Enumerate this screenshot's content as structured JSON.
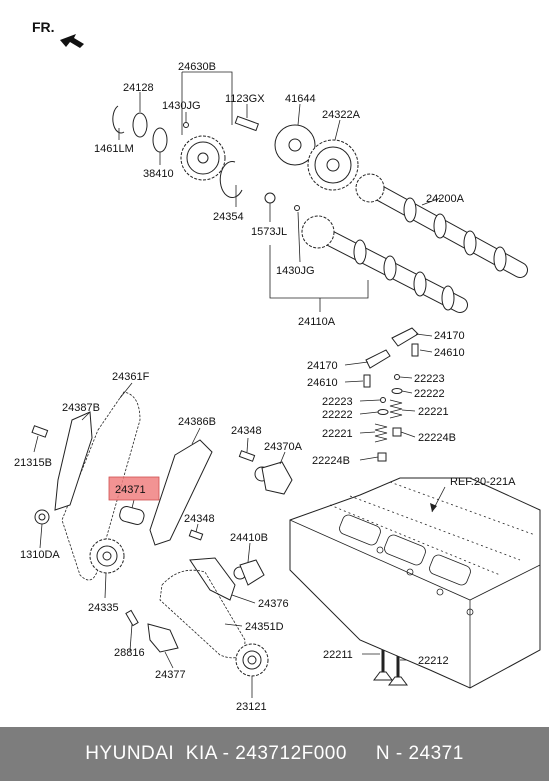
{
  "diagram": {
    "direction_label": "FR.",
    "reference_label": "REF.20-221A",
    "highlighted_part": "24371",
    "parts": {
      "p24630B": "24630B",
      "p24128": "24128",
      "p1430JG_top": "1430JG",
      "p1461LM": "1461LM",
      "p38410": "38410",
      "p1123GX": "1123GX",
      "p41644": "41644",
      "p24322A": "24322A",
      "p24354": "24354",
      "p1573JL": "1573JL",
      "p24200A": "24200A",
      "p1430JG_bottom": "1430JG",
      "p24110A": "24110A",
      "p24170_a": "24170",
      "p24610_a": "24610",
      "p24170_b": "24170",
      "p24610_b": "24610",
      "p22223_a": "22223",
      "p22222_a": "22222",
      "p22223_b": "22223",
      "p22222_b": "22222",
      "p22221_a": "22221",
      "p22221_b": "22221",
      "p22224B_a": "22224B",
      "p22224B_b": "22224B",
      "p24361F": "24361F",
      "p24387B": "24387B",
      "p24386B": "24386B",
      "p24348_a": "24348",
      "p24370A": "24370A",
      "p21315B": "21315B",
      "p24371": "24371",
      "p24348_b": "24348",
      "p1310DA": "1310DA",
      "p24410B": "24410B",
      "p24335": "24335",
      "p24376": "24376",
      "p28816": "28816",
      "p24351D": "24351D",
      "p24377": "24377",
      "p22211": "22211",
      "p22212": "22212",
      "p23121": "23121"
    }
  },
  "footer": {
    "text": "HYUNDAI  KIA - 243712F000     N - 24371"
  }
}
